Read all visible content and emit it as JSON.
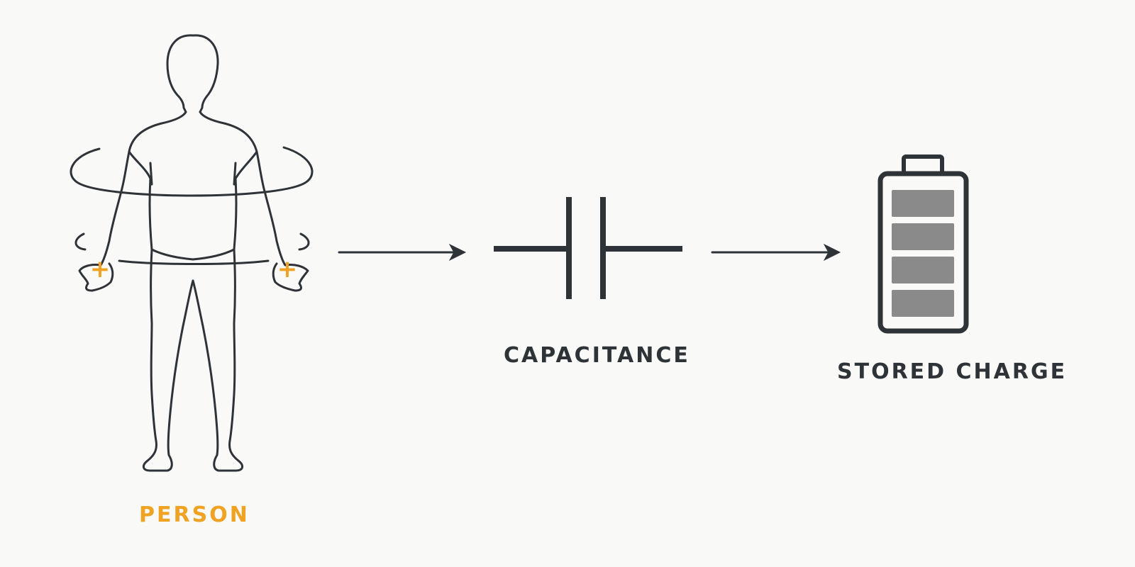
{
  "labels": {
    "person": "PERSON",
    "capacitance": "CAPACITANCE",
    "stored_charge": "STORED CHARGE"
  },
  "charge_symbols": {
    "left_hand": "+",
    "right_hand": "+"
  },
  "battery": {
    "bars_filled": 4,
    "bars_total": 4
  },
  "colors": {
    "background": "#f9f9f8",
    "outline": "#2e3338",
    "accent": "#f0a323",
    "label_dark": "#2e3338",
    "battery_bar": "#8a8a8a"
  },
  "icons": {
    "person": "person-outline-icon",
    "capacitor": "capacitor-symbol-icon",
    "battery": "battery-full-icon",
    "arrow": "arrow-right-icon"
  }
}
